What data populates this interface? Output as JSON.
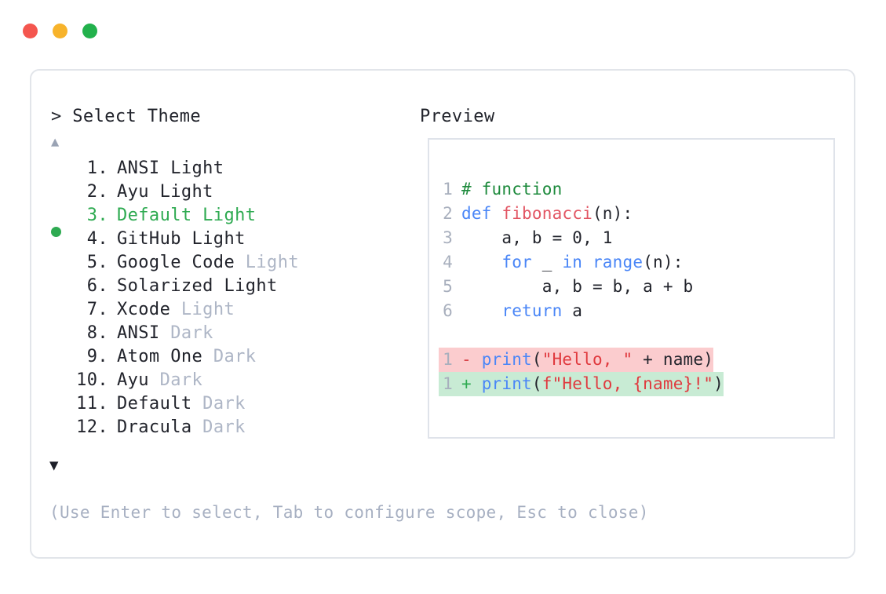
{
  "window": {
    "dots": [
      {
        "name": "close-dot",
        "color": "#f4564f"
      },
      {
        "name": "minimize-dot",
        "color": "#f7b32b"
      },
      {
        "name": "maximize-dot",
        "color": "#22b14c"
      }
    ]
  },
  "selector": {
    "prompt": "> Select Theme",
    "scroll_up_icon": "▲",
    "scroll_down_icon": "▼",
    "selected_index": 3,
    "items": [
      {
        "number": "1.",
        "name": "ANSI Light",
        "variant": "",
        "selected": false
      },
      {
        "number": "2.",
        "name": "Ayu Light",
        "variant": "",
        "selected": false
      },
      {
        "number": "3.",
        "name": "Default Light",
        "variant": "",
        "selected": true
      },
      {
        "number": "4.",
        "name": "GitHub Light",
        "variant": "",
        "selected": false
      },
      {
        "number": "5.",
        "name": "Google Code",
        "variant": "Light",
        "selected": false
      },
      {
        "number": "6.",
        "name": "Solarized Light",
        "variant": "",
        "selected": false
      },
      {
        "number": "7.",
        "name": "Xcode",
        "variant": "Light",
        "selected": false
      },
      {
        "number": "8.",
        "name": "ANSI",
        "variant": "Dark",
        "selected": false
      },
      {
        "number": "9.",
        "name": "Atom One",
        "variant": "Dark",
        "selected": false
      },
      {
        "number": "10.",
        "name": "Ayu",
        "variant": "Dark",
        "selected": false
      },
      {
        "number": "11.",
        "name": "Default",
        "variant": "Dark",
        "selected": false
      },
      {
        "number": "12.",
        "name": "Dracula",
        "variant": "Dark",
        "selected": false
      }
    ],
    "hint": "(Use Enter to select, Tab to configure scope, Esc to close)"
  },
  "preview": {
    "label": "Preview",
    "code_lines": [
      {
        "n": "1",
        "tokens": [
          {
            "t": "# function",
            "c": "comment"
          }
        ]
      },
      {
        "n": "2",
        "tokens": [
          {
            "t": "def ",
            "c": "kw"
          },
          {
            "t": "fibonacci",
            "c": "fn"
          },
          {
            "t": "(n):",
            "c": "plain"
          }
        ]
      },
      {
        "n": "3",
        "tokens": [
          {
            "t": "    a, b = 0, 1",
            "c": "plain"
          }
        ]
      },
      {
        "n": "4",
        "tokens": [
          {
            "t": "    ",
            "c": "plain"
          },
          {
            "t": "for",
            "c": "kw"
          },
          {
            "t": " _ ",
            "c": "plain"
          },
          {
            "t": "in range",
            "c": "kw"
          },
          {
            "t": "(n):",
            "c": "plain"
          }
        ]
      },
      {
        "n": "5",
        "tokens": [
          {
            "t": "        a, b = b, a + b",
            "c": "plain"
          }
        ]
      },
      {
        "n": "6",
        "tokens": [
          {
            "t": "    ",
            "c": "plain"
          },
          {
            "t": "return",
            "c": "kw"
          },
          {
            "t": " a",
            "c": "plain"
          }
        ]
      }
    ],
    "diff_lines": [
      {
        "n": "1",
        "marker": "-",
        "kind": "del",
        "bg": "#fbccce",
        "tokens": [
          {
            "t": "print",
            "c": "kw"
          },
          {
            "t": "(",
            "c": "plain"
          },
          {
            "t": "\"Hello, \"",
            "c": "str"
          },
          {
            "t": " + name)",
            "c": "plain"
          }
        ]
      },
      {
        "n": "1",
        "marker": "+",
        "kind": "add",
        "bg": "#c8ebd4",
        "tokens": [
          {
            "t": "print",
            "c": "kw"
          },
          {
            "t": "(",
            "c": "plain"
          },
          {
            "t": "f\"Hello, {name}!\"",
            "c": "str"
          },
          {
            "t": ")",
            "c": "plain"
          }
        ]
      }
    ]
  }
}
